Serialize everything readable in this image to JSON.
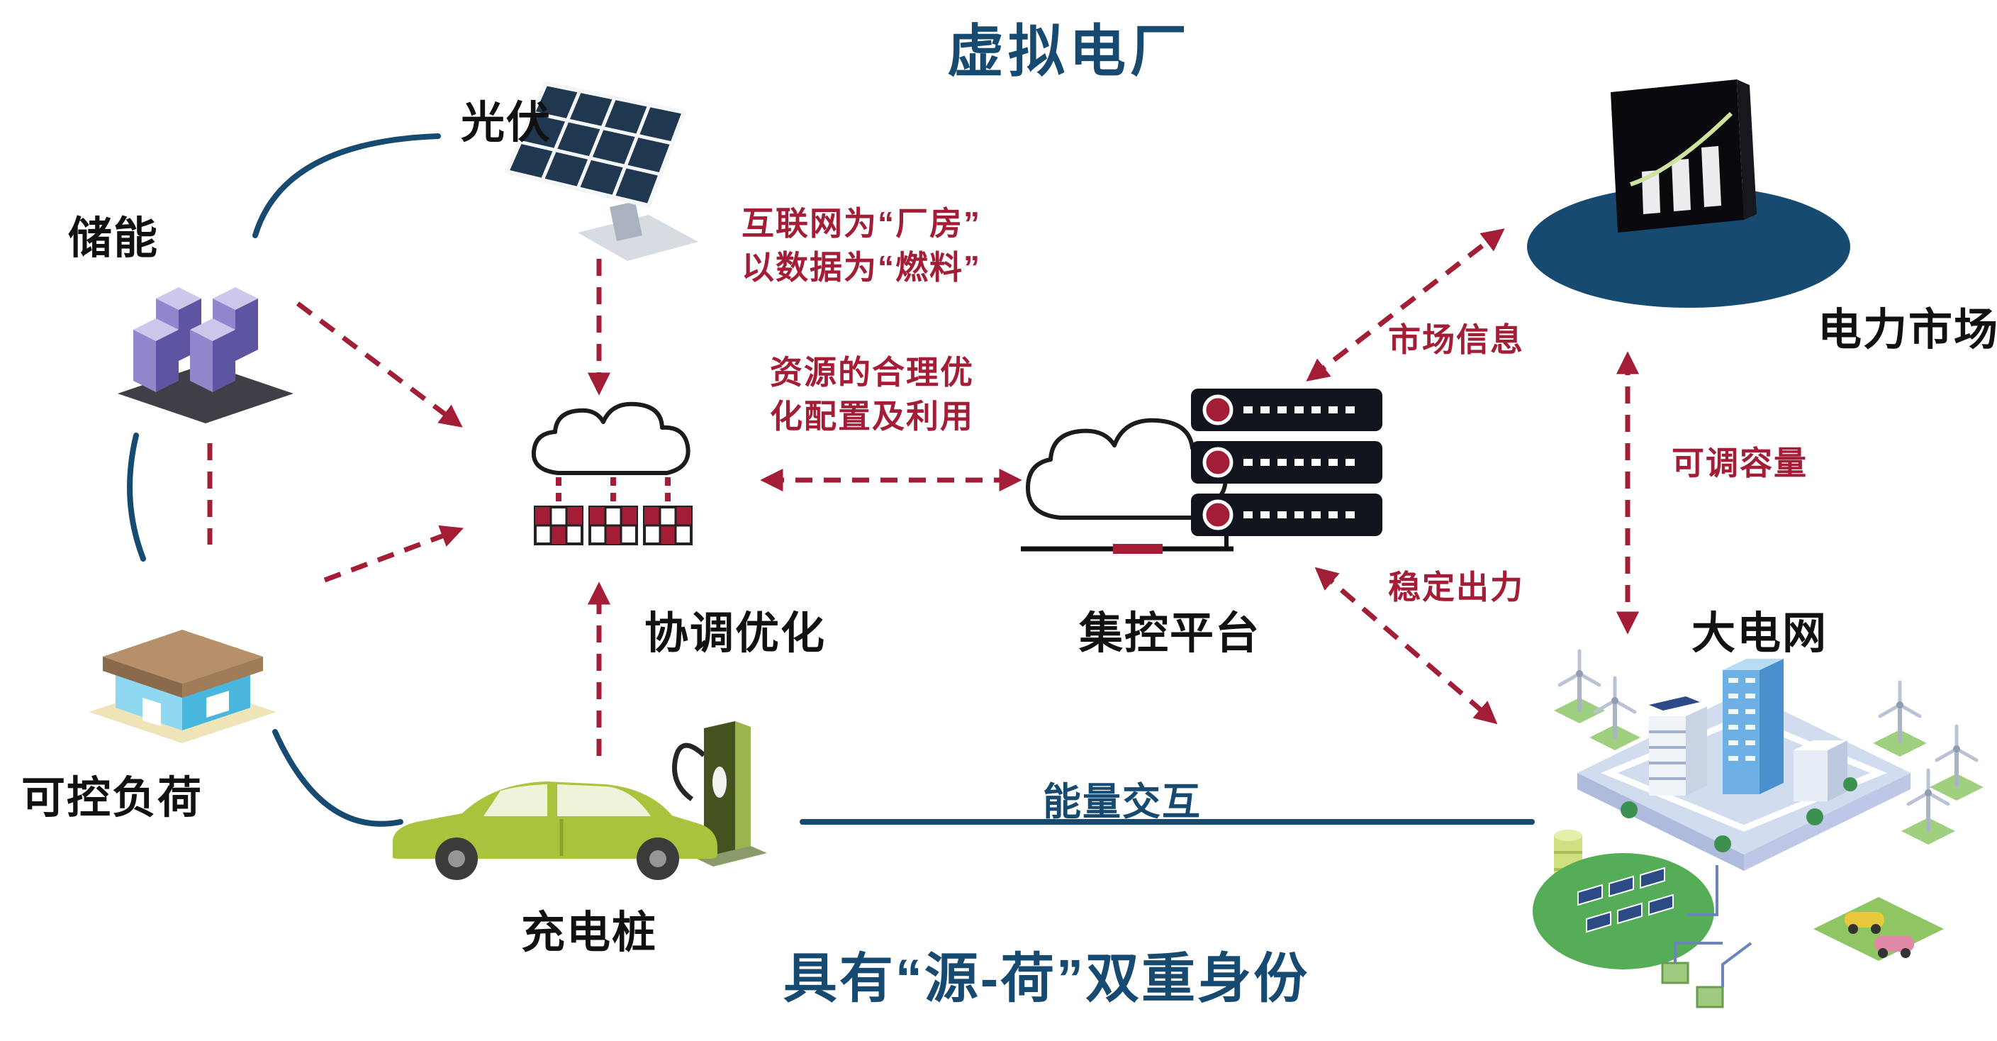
{
  "title": "虚拟电厂",
  "nodes": {
    "pv": "光伏",
    "storage": "储能",
    "load": "可控负荷",
    "charger": "充电桩",
    "coordination": "协调优化",
    "platform": "集控平台",
    "market": "电力市场",
    "grid": "大电网"
  },
  "annotations": {
    "internet_line1": "互联网为“厂房”",
    "internet_line2": "以数据为“燃料”",
    "resource_line1": "资源的合理优",
    "resource_line2": "化配置及利用",
    "market_info": "市场信息",
    "adjustable_capacity": "可调容量",
    "stable_output": "稳定出力",
    "energy_exchange": "能量交互",
    "dual_identity": "具有“源-荷”双重身份"
  },
  "colors": {
    "navy": "#174a70",
    "dark_red": "#a21d35",
    "car_green": "#a8c33c",
    "storage_purple": "#8f86cb",
    "label_black": "#111111"
  }
}
